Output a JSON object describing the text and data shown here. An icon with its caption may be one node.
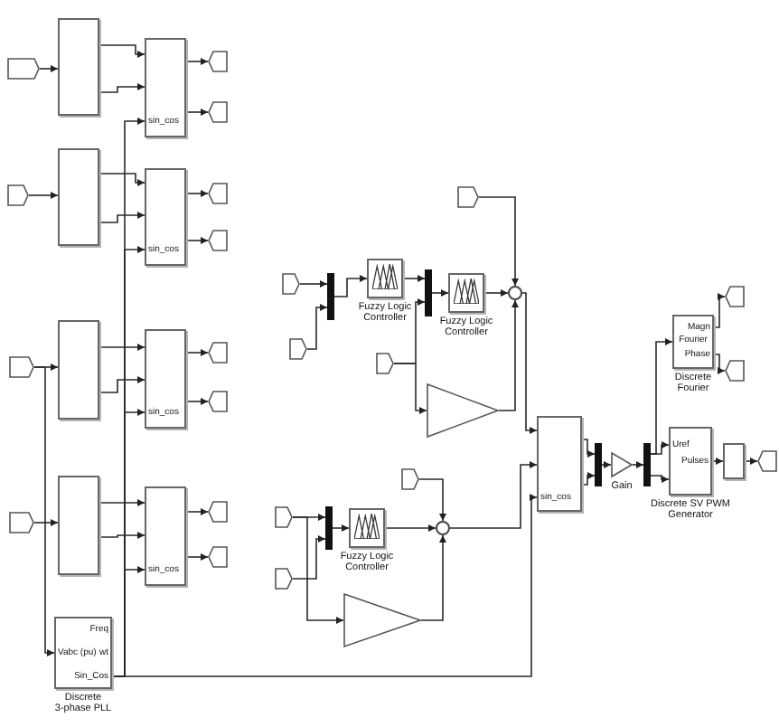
{
  "diagram": {
    "nodes": [
      {
        "text": [],
        "shape": "tag"
      },
      {
        "text": [],
        "shape": "box"
      },
      {
        "text": [
          "sin_cos"
        ]
      },
      {
        "text": [],
        "shape": "tag"
      },
      {
        "text": [],
        "shape": "tag"
      },
      {
        "text": [],
        "shape": "tag"
      },
      {
        "text": [],
        "shape": "box"
      },
      {
        "text": [
          "sin_cos"
        ]
      },
      {
        "text": [],
        "shape": "tag"
      },
      {
        "text": [],
        "shape": "tag"
      },
      {
        "text": [],
        "shape": "tag"
      },
      {
        "text": [],
        "shape": "box"
      },
      {
        "text": [
          "sin_cos"
        ]
      },
      {
        "text": [],
        "shape": "tag"
      },
      {
        "text": [],
        "shape": "tag"
      },
      {
        "text": [],
        "shape": "tag"
      },
      {
        "text": [],
        "shape": "box"
      },
      {
        "text": [
          "sin_cos"
        ]
      },
      {
        "text": [],
        "shape": "tag"
      },
      {
        "text": [],
        "shape": "tag"
      },
      {
        "text": [
          "Freq",
          "Vabc (pu)",
          "wt",
          "Sin_Cos",
          "Discrete 3-phase PLL"
        ]
      },
      {
        "text": [],
        "shape": "tag"
      },
      {
        "text": [],
        "shape": "tag"
      },
      {
        "text": [],
        "shape": "tag"
      },
      {
        "text": [],
        "shape": "bar"
      },
      {
        "text": [
          "Fuzzy Logic Controller"
        ]
      },
      {
        "text": [],
        "shape": "tag"
      },
      {
        "text": [],
        "shape": "bar"
      },
      {
        "text": [
          "Fuzzy Logic Controller"
        ]
      },
      {
        "text": [],
        "shape": "triangle"
      },
      {
        "text": [],
        "shape": "circle"
      },
      {
        "text": [],
        "shape": "tag"
      },
      {
        "text": [],
        "shape": "tag"
      },
      {
        "text": [],
        "shape": "tag"
      },
      {
        "text": [],
        "shape": "bar"
      },
      {
        "text": [
          "Fuzzy Logic Controller"
        ]
      },
      {
        "text": [],
        "shape": "triangle"
      },
      {
        "text": [],
        "shape": "circle"
      },
      {
        "text": [
          "sin_cos"
        ]
      },
      {
        "text": [],
        "shape": "bar"
      },
      {
        "text": [
          "Gain"
        ]
      },
      {
        "text": [],
        "shape": "bar"
      },
      {
        "text": [
          "Magn",
          "Fourier",
          "Phase",
          "Discrete Fourier"
        ]
      },
      {
        "text": [],
        "shape": "tag"
      },
      {
        "text": [],
        "shape": "tag"
      },
      {
        "text": [
          "Uref",
          "Pulses",
          "Discrete SV PWM Generator"
        ]
      },
      {
        "text": [],
        "shape": "box"
      },
      {
        "text": [],
        "shape": "tag"
      }
    ],
    "edges": [
      {
        "from": 0,
        "to": 1,
        "arrow": "to"
      },
      {
        "from": 1,
        "to": 2,
        "arrow": "to"
      },
      {
        "from": 1,
        "to": 2,
        "arrow": "to"
      },
      {
        "from": 2,
        "to": 3,
        "arrow": "to"
      },
      {
        "from": 2,
        "to": 4,
        "arrow": "to"
      },
      {
        "from": 5,
        "to": 6,
        "arrow": "to"
      },
      {
        "from": 6,
        "to": 7,
        "arrow": "to"
      },
      {
        "from": 6,
        "to": 7,
        "arrow": "to"
      },
      {
        "from": 7,
        "to": 8,
        "arrow": "to"
      },
      {
        "from": 7,
        "to": 9,
        "arrow": "to"
      },
      {
        "from": 10,
        "to": 11,
        "arrow": "to"
      },
      {
        "from": 11,
        "to": 12,
        "arrow": "to"
      },
      {
        "from": 11,
        "to": 12,
        "arrow": "to"
      },
      {
        "from": 12,
        "to": 13,
        "arrow": "to"
      },
      {
        "from": 12,
        "to": 14,
        "arrow": "to"
      },
      {
        "from": 15,
        "to": 16,
        "arrow": "to"
      },
      {
        "from": 16,
        "to": 17,
        "arrow": "to"
      },
      {
        "from": 16,
        "to": 17,
        "arrow": "to"
      },
      {
        "from": 17,
        "to": 18,
        "arrow": "to"
      },
      {
        "from": 17,
        "to": 19,
        "arrow": "to"
      },
      {
        "from": 10,
        "to": 20,
        "arrow": "to"
      },
      {
        "from": 20,
        "to": 2,
        "arrow": "to"
      },
      {
        "from": 20,
        "to": 7,
        "arrow": "to"
      },
      {
        "from": 20,
        "to": 12,
        "arrow": "to"
      },
      {
        "from": 20,
        "to": 17,
        "arrow": "to"
      },
      {
        "from": 20,
        "to": 38,
        "arrow": "to"
      },
      {
        "from": 22,
        "to": 24,
        "arrow": "to"
      },
      {
        "from": 23,
        "to": 24,
        "arrow": "to"
      },
      {
        "from": 24,
        "to": 25,
        "arrow": "to"
      },
      {
        "from": 25,
        "to": 27,
        "arrow": "to"
      },
      {
        "from": 26,
        "to": 27,
        "arrow": "to"
      },
      {
        "from": 27,
        "to": 28,
        "arrow": "to"
      },
      {
        "from": 28,
        "to": 30,
        "arrow": "to"
      },
      {
        "from": 21,
        "to": 30,
        "arrow": "to"
      },
      {
        "from": 26,
        "to": 29,
        "arrow": "to"
      },
      {
        "from": 29,
        "to": 30,
        "arrow": "to"
      },
      {
        "from": 30,
        "to": 38,
        "arrow": "to"
      },
      {
        "from": 31,
        "to": 34,
        "arrow": "to"
      },
      {
        "from": 32,
        "to": 34,
        "arrow": "to"
      },
      {
        "from": 34,
        "to": 35,
        "arrow": "to"
      },
      {
        "from": 35,
        "to": 37,
        "arrow": "to"
      },
      {
        "from": 33,
        "to": 37,
        "arrow": "to"
      },
      {
        "from": 31,
        "to": 36,
        "arrow": "to"
      },
      {
        "from": 36,
        "to": 37,
        "arrow": "to"
      },
      {
        "from": 37,
        "to": 38,
        "arrow": "to"
      },
      {
        "from": 38,
        "to": 39,
        "arrow": "to"
      },
      {
        "from": 38,
        "to": 39,
        "arrow": "to"
      },
      {
        "from": 39,
        "to": 40,
        "arrow": "to"
      },
      {
        "from": 40,
        "to": 41,
        "arrow": "to"
      },
      {
        "from": 41,
        "to": 45,
        "arrow": "to"
      },
      {
        "from": 41,
        "to": 45,
        "arrow": "to"
      },
      {
        "from": 41,
        "to": 42,
        "arrow": "to"
      },
      {
        "from": 42,
        "to": 43,
        "arrow": "to"
      },
      {
        "from": 42,
        "to": 44,
        "arrow": "to"
      },
      {
        "from": 45,
        "to": 46,
        "arrow": "to"
      },
      {
        "from": 46,
        "to": 47,
        "arrow": "to"
      }
    ]
  }
}
